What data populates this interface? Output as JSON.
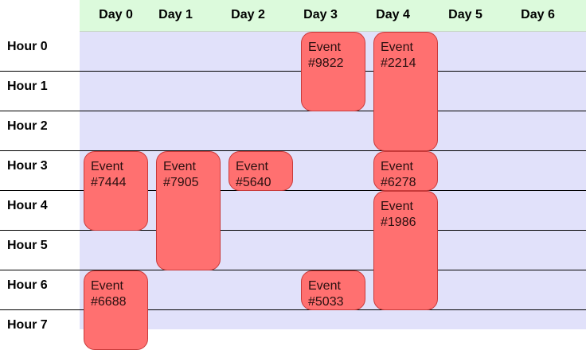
{
  "days": [
    "Day 0",
    "Day 1",
    "Day 2",
    "Day 3",
    "Day 4",
    "Day 5",
    "Day 6"
  ],
  "hours": [
    "Hour 0",
    "Hour 1",
    "Hour 2",
    "Hour 3",
    "Hour 4",
    "Hour 5",
    "Hour 6",
    "Hour 7"
  ],
  "events": [
    {
      "title": "Event",
      "id": "#9822",
      "day": 3,
      "start": 0,
      "end": 2
    },
    {
      "title": "Event",
      "id": "#2214",
      "day": 4,
      "start": 0,
      "end": 3
    },
    {
      "title": "Event",
      "id": "#7444",
      "day": 0,
      "start": 3,
      "end": 5
    },
    {
      "title": "Event",
      "id": "#7905",
      "day": 1,
      "start": 3,
      "end": 6
    },
    {
      "title": "Event",
      "id": "#5640",
      "day": 2,
      "start": 3,
      "end": 4
    },
    {
      "title": "Event",
      "id": "#6278",
      "day": 4,
      "start": 3,
      "end": 4
    },
    {
      "title": "Event",
      "id": "#1986",
      "day": 4,
      "start": 4,
      "end": 7
    },
    {
      "title": "Event",
      "id": "#6688",
      "day": 0,
      "start": 6,
      "end": 8
    },
    {
      "title": "Event",
      "id": "#5033",
      "day": 3,
      "start": 6,
      "end": 7
    }
  ],
  "colors": {
    "header_bg": "#dcfadc",
    "grid_bg": "#e1e1fa",
    "event_bg": "#ff7070",
    "event_border": "#c83a3a"
  }
}
